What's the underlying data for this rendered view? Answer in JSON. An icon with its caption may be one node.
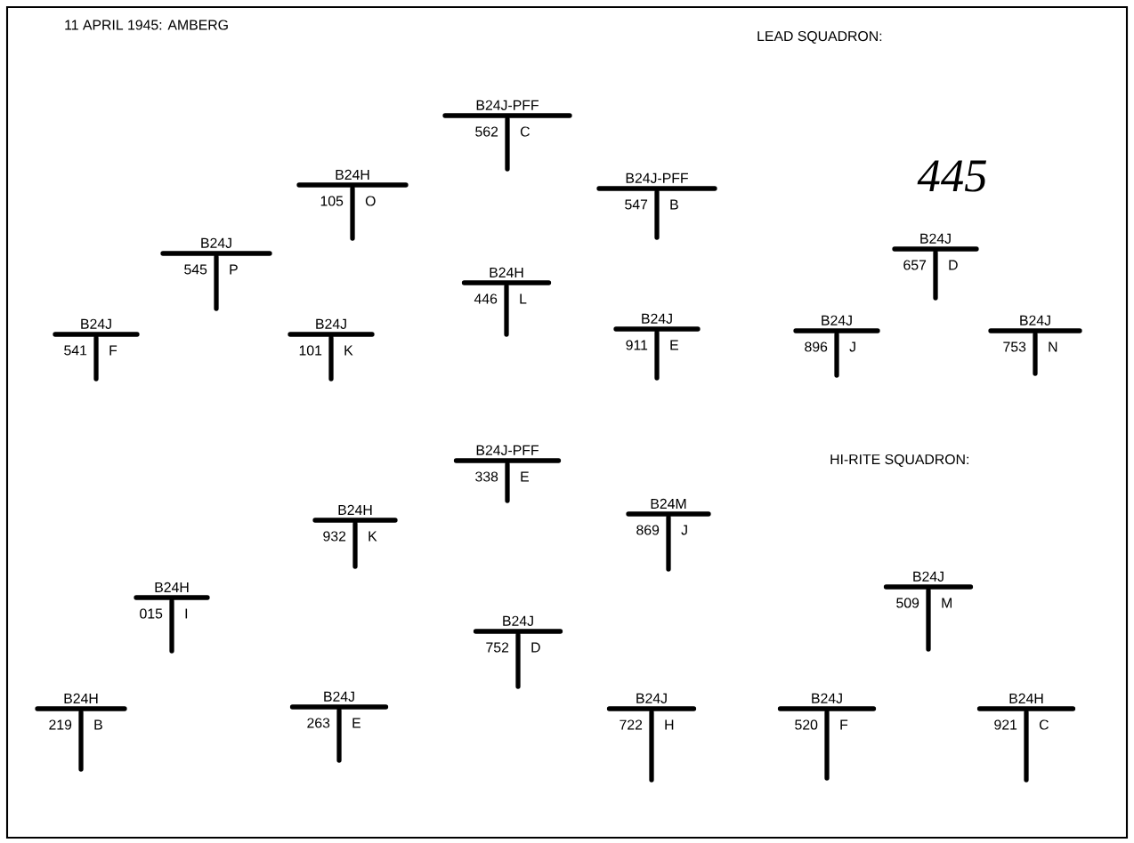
{
  "diagram": {
    "nodes": [
      {
        "text": [
          "B24J-PFF",
          "562",
          "C"
        ]
      },
      {
        "text": [
          "B24H",
          "105",
          "O"
        ]
      },
      {
        "text": [
          "B24J-PFF",
          "547",
          "B"
        ]
      },
      {
        "text": [
          "B24J",
          "545",
          "P"
        ]
      },
      {
        "text": [
          "B24H",
          "446",
          "L"
        ]
      },
      {
        "text": [
          "B24J",
          "541",
          "F"
        ]
      },
      {
        "text": [
          "B24J",
          "101",
          "K"
        ]
      },
      {
        "text": [
          "B24J",
          "911",
          "E"
        ]
      },
      {
        "text": [
          "B24J",
          "657",
          "D"
        ]
      },
      {
        "text": [
          "B24J",
          "896",
          "J"
        ]
      },
      {
        "text": [
          "B24J",
          "753",
          "N"
        ]
      },
      {
        "text": [
          "B24J-PFF",
          "338",
          "E"
        ]
      },
      {
        "text": [
          "B24H",
          "932",
          "K"
        ]
      },
      {
        "text": [
          "B24M",
          "869",
          "J"
        ]
      },
      {
        "text": [
          "B24H",
          "015",
          "I"
        ]
      },
      {
        "text": [
          "B24J",
          "509",
          "M"
        ]
      },
      {
        "text": [
          "B24J",
          "752",
          "D"
        ]
      },
      {
        "text": [
          "B24H",
          "219",
          "B"
        ]
      },
      {
        "text": [
          "B24J",
          "263",
          "E"
        ]
      },
      {
        "text": [
          "B24J",
          "722",
          "H"
        ]
      },
      {
        "text": [
          "B24J",
          "520",
          "F"
        ]
      },
      {
        "text": [
          "B24H",
          "921",
          "C"
        ]
      }
    ],
    "labels": [
      "11 APRIL 1945: AMBERG",
      "LEAD SQUADRON:",
      "445",
      "HI-RITE SQUADRON:"
    ]
  }
}
